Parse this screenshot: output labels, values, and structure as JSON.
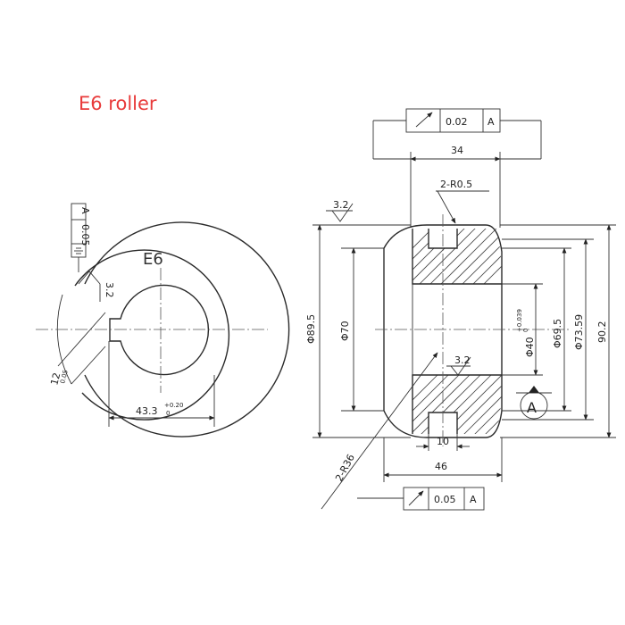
{
  "title": "E6 roller",
  "colors": {
    "title": "#e83a3a",
    "line": "#2a2a2a"
  },
  "front_view": {
    "part_mark": "E6",
    "roughness": "3.2",
    "bore_dim": "43.3",
    "bore_tol_upper": "+0.20",
    "bore_tol_lower": "0",
    "key_dim": "12",
    "key_tol": "0.05",
    "symmetry_tol": "0.05",
    "symmetry_datum": "A"
  },
  "side_view": {
    "runout_top_value": "0.02",
    "runout_top_datum": "A",
    "runout_bottom_value": "0.05",
    "runout_bottom_datum": "A",
    "width_top": "34",
    "radius_top": "2-R0.5",
    "roughness_left": "3.2",
    "roughness_inner": "3.2",
    "dia_89_5": "Φ89.5",
    "dia_70": "Φ70",
    "dia_40": "Φ40",
    "dia_40_tol_upper": "+0.039",
    "dia_40_tol_lower": "0",
    "dia_69_5": "Φ69.5",
    "dia_73_59": "Φ73.59",
    "dia_90_2": "90.2",
    "datum_label": "A",
    "slot_width": "10",
    "width_bottom": "46",
    "radius_bottom": "2-R36"
  }
}
